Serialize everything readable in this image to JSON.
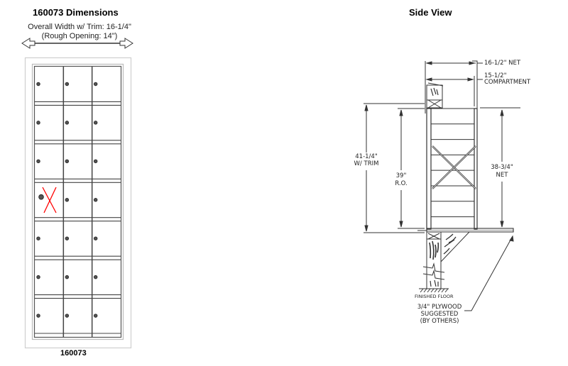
{
  "front_view": {
    "title": "160073 Dimensions",
    "width_label": "Overall Width w/ Trim: 16-1/4\"",
    "rough_opening_label": "(Rough Opening: 14\")",
    "model_label": "160073",
    "grid": {
      "columns": 3,
      "rows": 7
    },
    "marked_compartment": {
      "row": 4,
      "column": 1,
      "mark": "red-x",
      "color": "#ff0000"
    }
  },
  "side_view": {
    "title": "Side View",
    "dimensions": {
      "net_depth": "16-1/2\" NET",
      "compartment_depth_line1": "15-1/2\"",
      "compartment_depth_line2": "COMPARTMENT",
      "height_with_trim_line1": "41-1/4\"",
      "height_with_trim_line2": "W/ TRIM",
      "rough_opening_line1": "39\"",
      "rough_opening_line2": "R.O.",
      "net_height_line1": "38-3/4\"",
      "net_height_line2": "NET"
    },
    "finished_floor": "FINISHED FLOOR",
    "plywood_note_line1": "3/4\" PLYWOOD",
    "plywood_note_line2": "SUGGESTED",
    "plywood_note_line3": "(BY OTHERS)"
  }
}
